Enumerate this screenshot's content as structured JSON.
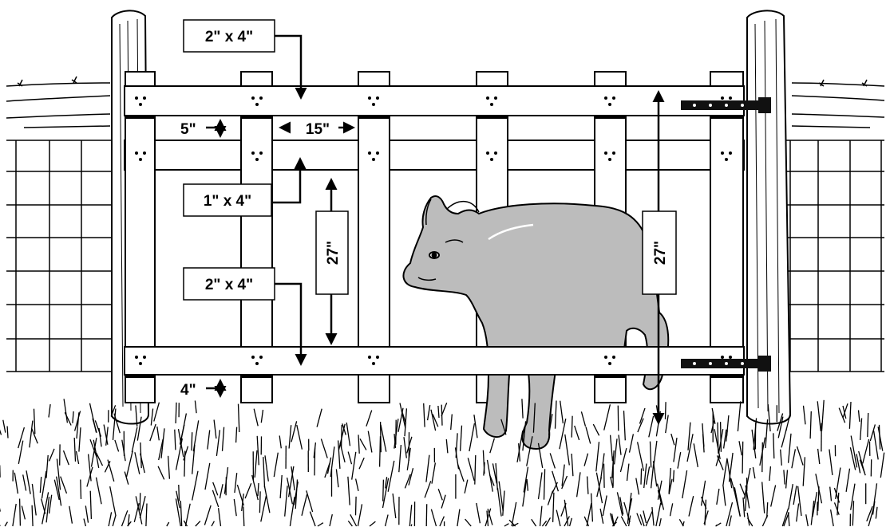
{
  "labels": {
    "top_rail_size": "2\" x 4\"",
    "slat_size": "1\" x 4\"",
    "bottom_rail_size": "2\" x 4\"",
    "gap_top": "5\"",
    "gap_bottom": "4\"",
    "slat_spacing": "15\"",
    "inner_height": "27\"",
    "overall_height": "27\""
  },
  "colors": {
    "line": "#000000",
    "wood": "#ffffff",
    "lamb": "#bcbcbc",
    "hinge": "#111111"
  }
}
